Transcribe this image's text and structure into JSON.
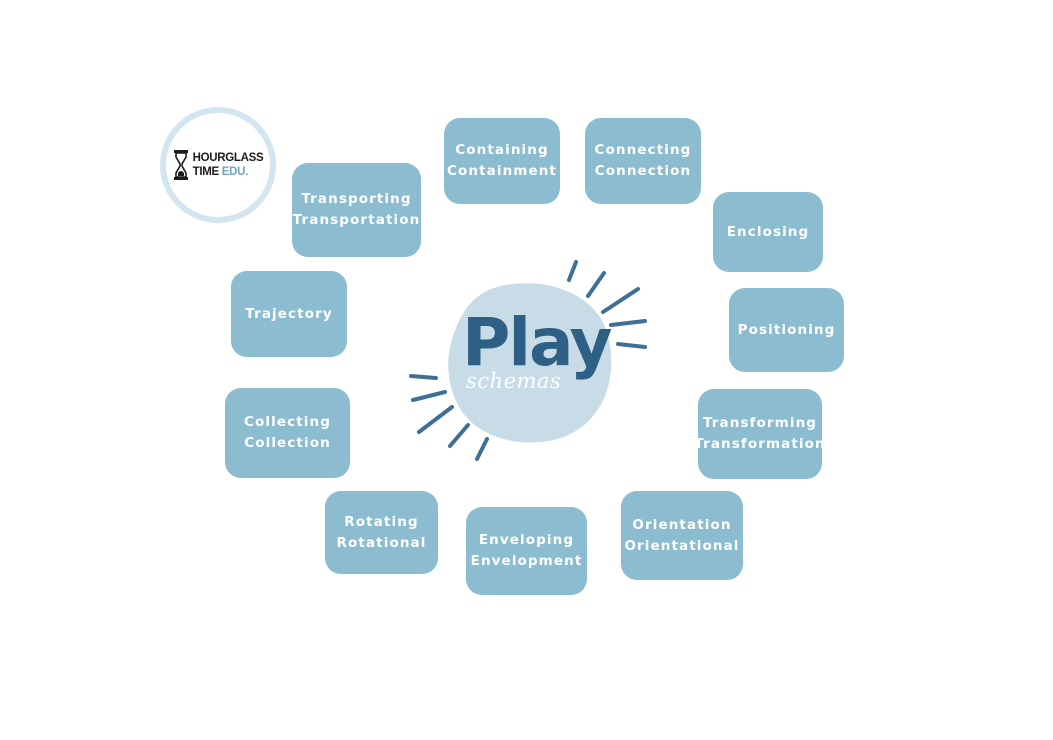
{
  "brand": {
    "line1": "HOURGLASS",
    "line2_main": "TIME",
    "line2_accent": "EDU.",
    "accent_color": "#6fa5bc"
  },
  "center": {
    "title": "Play",
    "subtitle": "schemas",
    "title_color": "#2e5f84",
    "blob_color": "#c7dce6"
  },
  "box_color": "#8bbcd0",
  "schemas": [
    {
      "id": "containing",
      "lines": [
        "Containing",
        "Containment"
      ]
    },
    {
      "id": "connecting",
      "lines": [
        "Connecting",
        "Connection"
      ]
    },
    {
      "id": "transporting",
      "lines": [
        "Transporting",
        "Transportation"
      ]
    },
    {
      "id": "enclosing",
      "lines": [
        "Enclosing",
        ""
      ]
    },
    {
      "id": "trajectory",
      "lines": [
        "Trajectory",
        ""
      ]
    },
    {
      "id": "positioning",
      "lines": [
        "Positioning",
        ""
      ]
    },
    {
      "id": "collecting",
      "lines": [
        "Collecting",
        "Collection"
      ]
    },
    {
      "id": "transforming",
      "lines": [
        "Transforming",
        "Transformation"
      ]
    },
    {
      "id": "rotating",
      "lines": [
        "Rotating",
        "Rotational"
      ]
    },
    {
      "id": "enveloping",
      "lines": [
        "Enveloping",
        "Envelopment"
      ]
    },
    {
      "id": "orientation",
      "lines": [
        "Orientation",
        "Orientational"
      ]
    }
  ]
}
